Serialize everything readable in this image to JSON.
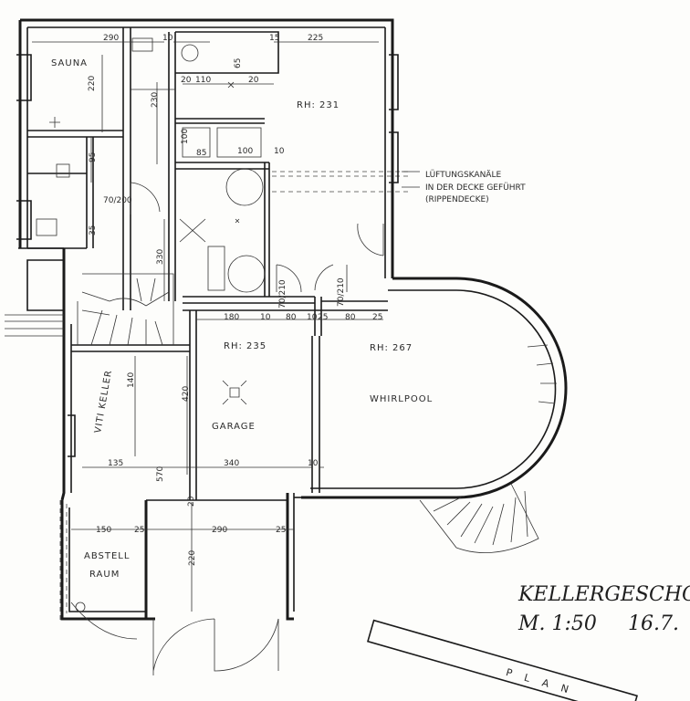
{
  "drawing": {
    "title_line1": "KELLERGESCHOSS",
    "title_line2": "M. 1:50",
    "title_date": "16.7.",
    "stamp": "PLAN"
  },
  "rooms": {
    "sauna": "SAUNA",
    "rh231": "RH: 231",
    "rh235": "RH: 235",
    "rh267": "RH: 267",
    "whirlpool": "WHIRLPOOL",
    "garage": "GARAGE",
    "keller": "VITI KELLER",
    "abstell_1": "ABSTELL",
    "abstell_2": "RAUM"
  },
  "annotation": {
    "line1": "LÜFTUNGSKANÄLE",
    "line2": "IN DER DECKE GEFÜHRT",
    "line3": "(RIPPENDECKE)"
  },
  "dimensions": {
    "d290": "290",
    "d225": "225",
    "d10a": "10",
    "d15": "15",
    "d110": "110",
    "d20a": "20",
    "d20b": "20",
    "d65": "65",
    "d220": "220",
    "d230": "230",
    "d95": "95",
    "d35": "35",
    "d70_200": "70/200",
    "d100a": "100",
    "d85": "85",
    "d100b": "100",
    "d10b": "10",
    "d330": "330",
    "d180": "180",
    "d10c": "10",
    "d80a": "80",
    "d10d": "10",
    "d25a": "25",
    "d80b": "80",
    "d25b": "25",
    "d140": "140",
    "d420": "420",
    "d135": "135",
    "d340": "340",
    "d10e": "10",
    "d570": "570",
    "d150": "150",
    "d25c": "25",
    "d290b": "290",
    "d25d": "25",
    "d220b": "220",
    "d20c": "20",
    "d70_210a": "70/210",
    "d70_210b": "70/210"
  }
}
